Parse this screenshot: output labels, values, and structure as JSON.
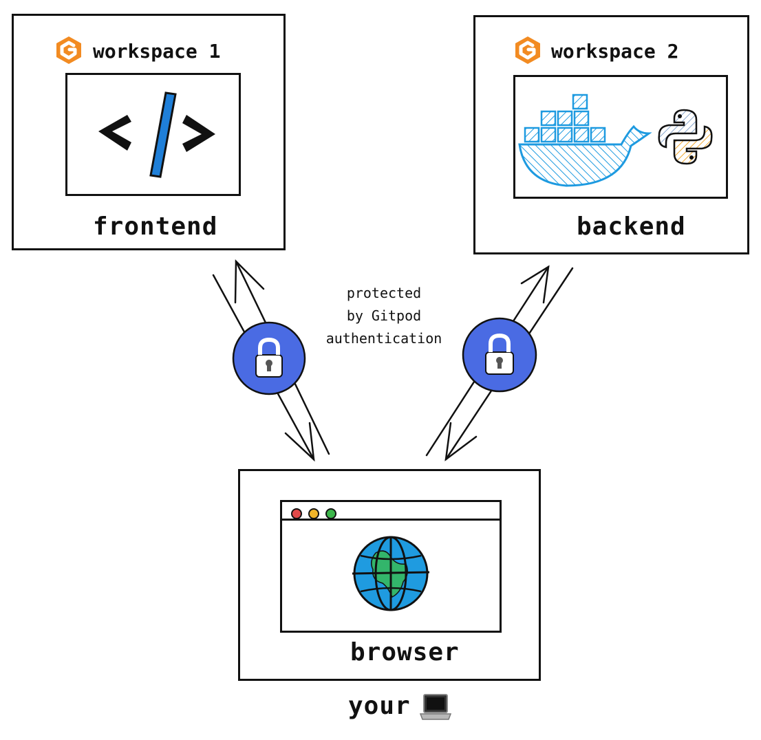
{
  "workspace1": {
    "title": "workspace 1",
    "label": "frontend"
  },
  "workspace2": {
    "title": "workspace 2",
    "label": "backend"
  },
  "auth_note": {
    "line1": "protected",
    "line2": "by Gitpod",
    "line3": "authentication"
  },
  "browser": {
    "label": "browser"
  },
  "footer": {
    "text": "your",
    "icon": "laptop-icon"
  },
  "colors": {
    "gitpod": "#f28b22",
    "lock": "#4a6be3",
    "code": "#1f7fd8",
    "docker": "#1d9ae0",
    "globe": "#1f9be0",
    "land": "#33b56b"
  }
}
